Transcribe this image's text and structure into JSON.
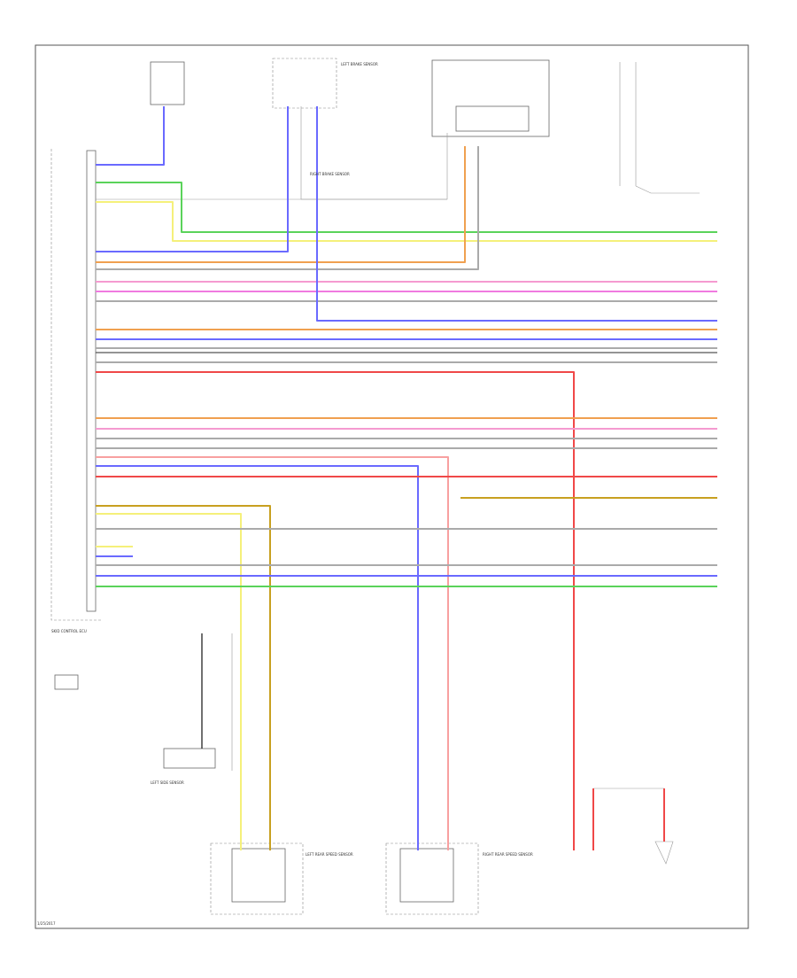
{
  "colors": {
    "blue": "#6a6aff",
    "green": "#5ad35a",
    "yellow": "#f5f07a",
    "orange": "#f0a050",
    "pink": "#f59ad0",
    "magenta": "#f07ae0",
    "red": "#f04848",
    "lightred": "#f8a0a0",
    "gray": "#aaaaaa",
    "darkgray": "#555555",
    "olive": "#c8a020",
    "black": "#111111"
  },
  "labels": {
    "top_center_label": "LEFT BRAKE SENSOR",
    "right_joint_label": "RIGHT BRAKE SENSOR",
    "ecu_label": "SKID CONTROL ECU",
    "left_rear_label": "LEFT REAR SPEED SENSOR",
    "right_rear_label": "RIGHT REAR SPEED SENSOR",
    "bottom_left_label": "LEFT SIDE SENSOR",
    "footer": "1/25/2017"
  }
}
